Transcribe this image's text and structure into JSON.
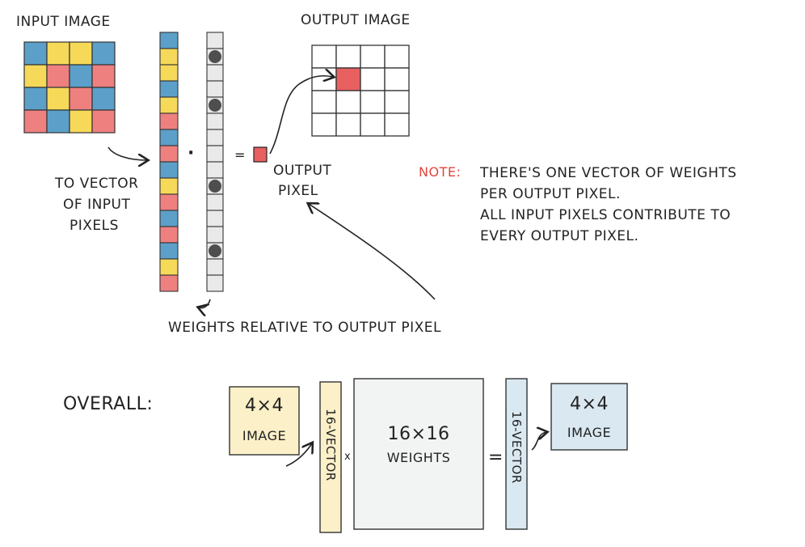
{
  "labels": {
    "input_image": "INPUT IMAGE",
    "output_image": "OUTPUT IMAGE",
    "to_vector_1": "TO VECTOR",
    "to_vector_2": "OF INPUT",
    "to_vector_3": "PIXELS",
    "dot_operator": "·",
    "equals_operator": "=",
    "output_pixel_1": "OUTPUT",
    "output_pixel_2": "PIXEL",
    "weights_relative": "WEIGHTS RELATIVE TO OUTPUT PIXEL",
    "note_label": "NOTE:",
    "note_lines": [
      "THERE'S ONE VECTOR OF WEIGHTS",
      "PER OUTPUT PIXEL.",
      "ALL INPUT PIXELS CONTRIBUTE TO",
      "EVERY OUTPUT PIXEL."
    ],
    "overall": "OVERALL:",
    "box_4x4_left_1": "4×4",
    "box_4x4_left_2": "IMAGE",
    "vector_16_left": "16-VECTOR",
    "times_operator": "x",
    "weights_1": "16×16",
    "weights_2": "WEIGHTS",
    "equals_operator_2": "=",
    "vector_16_right": "16-VECTOR",
    "box_4x4_right_1": "4×4",
    "box_4x4_right_2": "IMAGE"
  },
  "input_image": {
    "rows": [
      [
        "blue",
        "yellow",
        "yellow",
        "blue"
      ],
      [
        "yellow",
        "red",
        "blue",
        "red"
      ],
      [
        "blue",
        "yellow",
        "red",
        "blue"
      ],
      [
        "red",
        "blue",
        "yellow",
        "red"
      ]
    ]
  },
  "input_vector": [
    "blue",
    "yellow",
    "yellow",
    "blue",
    "yellow",
    "red",
    "blue",
    "red",
    "blue",
    "yellow",
    "red",
    "blue",
    "red",
    "blue",
    "yellow",
    "red"
  ],
  "weight_vector": [
    "light",
    "dark",
    "light",
    "light",
    "dark",
    "light",
    "light",
    "light",
    "light",
    "dark",
    "light",
    "light",
    "light",
    "dark",
    "light",
    "light"
  ],
  "output_grid": {
    "rows": 4,
    "cols": 4,
    "highlight_row": 1,
    "highlight_col": 1
  },
  "colors": {
    "blue": "#3f8fbf",
    "yellow": "#f4d23c",
    "red": "#ec6a6a",
    "note_red": "#e0453e",
    "dark_weight": "#333333",
    "light_weight": "#e9e9e9",
    "output_pixel": "#e86060",
    "overall_yellow": "#fbf0c8",
    "overall_weights": "#f2f3f3",
    "overall_blue": "#d9e8f1"
  }
}
